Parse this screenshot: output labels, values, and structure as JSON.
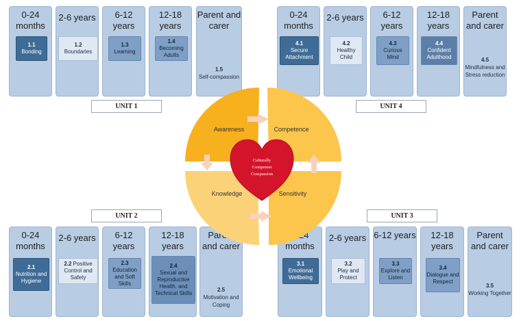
{
  "units": [
    {
      "label": "UNIT 1",
      "columns": [
        {
          "header": "0-24 months",
          "num": "1.1",
          "name": "Bonding",
          "style": "dark"
        },
        {
          "header": "2-6 years",
          "num": "1.2",
          "name": "Boundaries",
          "style": "light"
        },
        {
          "header": "6-12 years",
          "num": "1.3",
          "name": "Learning",
          "style": "mid"
        },
        {
          "header": "12-18 years",
          "num": "1.4",
          "name": "Becoming Adults",
          "style": "mid"
        },
        {
          "header": "Parent and carer",
          "num": "1.5",
          "name": "Self-compassion",
          "style": "none"
        }
      ]
    },
    {
      "label": "UNIT 4",
      "columns": [
        {
          "header": "0-24 months",
          "num": "4.1",
          "name": "Secure Attachment",
          "style": "dark"
        },
        {
          "header": "2-6 years",
          "num": "4.2",
          "name": "Healthy Child",
          "style": "light"
        },
        {
          "header": "6-12 years",
          "num": "4.3",
          "name": "Curious Mind",
          "style": "mid"
        },
        {
          "header": "12-18 years",
          "num": "4.4",
          "name": "Confident Adulthood",
          "style": "dark"
        },
        {
          "header": "Parent and carer",
          "num": "4.5",
          "name": "Mindfulness and Stress reduction",
          "style": "none"
        }
      ]
    },
    {
      "label": "UNIT 2",
      "columns": [
        {
          "header": "0-24 months",
          "num": "2.1",
          "name": "Nutrition and Hygiene",
          "style": "dark"
        },
        {
          "header": "2-6 years",
          "num": "2.2",
          "name": "Positive Control and Safety",
          "style": "light"
        },
        {
          "header": "6-12 years",
          "num": "2.3",
          "name": "Education and Soft Skills",
          "style": "mid"
        },
        {
          "header": "12-18 years",
          "num": "2.4",
          "name": "Sexual and Reproductive Health, and Technical Skills",
          "style": "mid"
        },
        {
          "header": "Parent and carer",
          "num": "2.5",
          "name": "Motivation and Coping",
          "style": "none"
        }
      ]
    },
    {
      "label": "UNIT 3",
      "columns": [
        {
          "header": "0-24 months",
          "num": "3.1",
          "name": "Emotional Wellbeing",
          "style": "dark"
        },
        {
          "header": "2-6 years",
          "num": "3.2",
          "name": "Play and Protect",
          "style": "light"
        },
        {
          "header": "6-12 years",
          "num": "3.3",
          "name": "Explore and Listen",
          "style": "mid"
        },
        {
          "header": "12-18 years",
          "num": "3.4",
          "name": "Dialogue and Respect",
          "style": "mid"
        },
        {
          "header": "Parent and carer",
          "num": "3.5",
          "name": "Working Together",
          "style": "none"
        }
      ]
    }
  ],
  "center": {
    "quadrants": [
      "Awareness",
      "Competence",
      "Knowledge",
      "Sensitivity"
    ],
    "heart_lines": [
      "Culturally",
      "Competent",
      "Compassion"
    ]
  },
  "colors": {
    "column": "#b8cce4",
    "dark_box": "#3f6c96",
    "mid_box": "#7f9fc6",
    "light_box": "#dfe8f3",
    "awareness": "#f7b11e",
    "competence": "#fbc64b",
    "knowledge": "#fcd278",
    "sensitivity": "#fbc64b",
    "heart": "#d4142a",
    "arrow": "#f8d2bd"
  }
}
